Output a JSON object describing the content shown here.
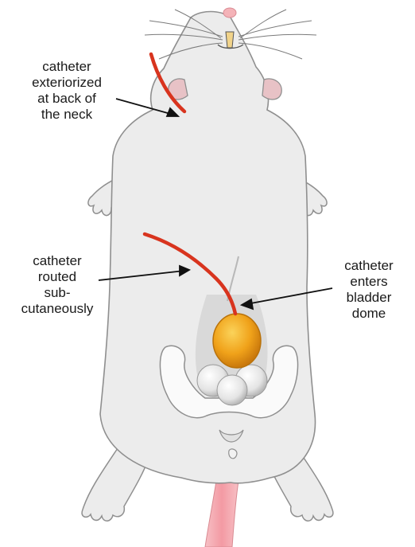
{
  "labels": {
    "neck": [
      "catheter",
      "exteriorized",
      "at back of",
      "the neck"
    ],
    "routed": [
      "catheter",
      "routed",
      "sub-",
      "cutaneously"
    ],
    "bladder": [
      "catheter",
      "enters",
      "bladder",
      "dome"
    ]
  },
  "colors": {
    "body": "#ececec",
    "outline": "#8f8f8f",
    "catheter": "#d8341e",
    "bladder": "#f0a21a",
    "tail": "#f3a6ad",
    "nose": "#f4b3b8",
    "pelvis": "#fafafa",
    "shadow": "#cfcfcf"
  }
}
